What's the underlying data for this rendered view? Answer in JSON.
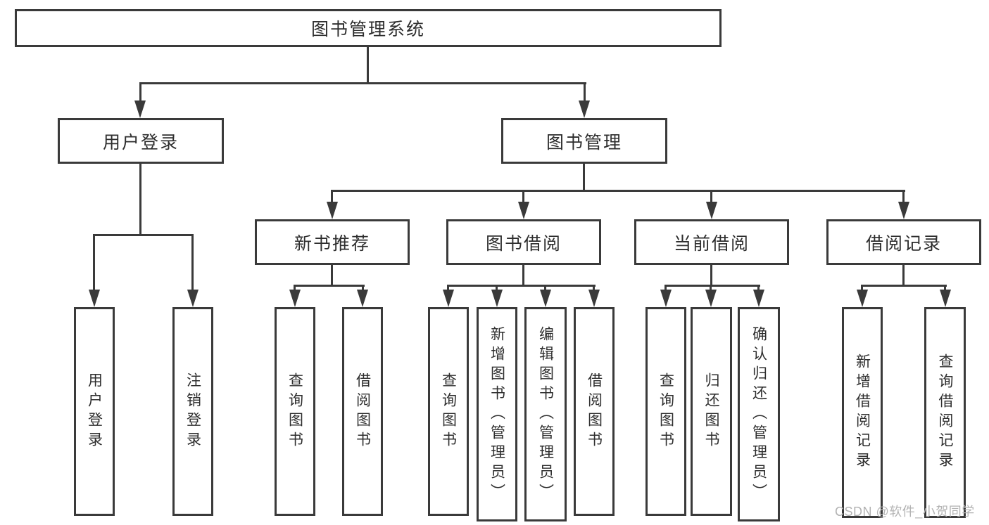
{
  "diagram_title": "图书管理系统",
  "hierarchy": {
    "label": "图书管理系统",
    "children": [
      {
        "label": "用户登录",
        "children": [
          {
            "label": "用户登录"
          },
          {
            "label": "注销登录"
          }
        ]
      },
      {
        "label": "图书管理",
        "children": [
          {
            "label": "新书推荐",
            "children": [
              {
                "label": "查询图书"
              },
              {
                "label": "借阅图书"
              }
            ]
          },
          {
            "label": "图书借阅",
            "children": [
              {
                "label": "查询图书"
              },
              {
                "label": "新增图书（管理员）"
              },
              {
                "label": "编辑图书（管理员）"
              },
              {
                "label": "借阅图书"
              }
            ]
          },
          {
            "label": "当前借阅",
            "children": [
              {
                "label": "查询图书"
              },
              {
                "label": "归还图书"
              },
              {
                "label": "确认归还（管理员）"
              }
            ]
          },
          {
            "label": "借阅记录",
            "children": [
              {
                "label": "新增借阅记录"
              },
              {
                "label": "查询借阅记录"
              }
            ]
          }
        ]
      }
    ]
  },
  "watermark": "CSDN @软件_小贺同学",
  "colors": {
    "line": "#3a3a3a",
    "text": "#2e2e2e",
    "watermark": "#b3b3b3",
    "background": "#ffffff"
  }
}
